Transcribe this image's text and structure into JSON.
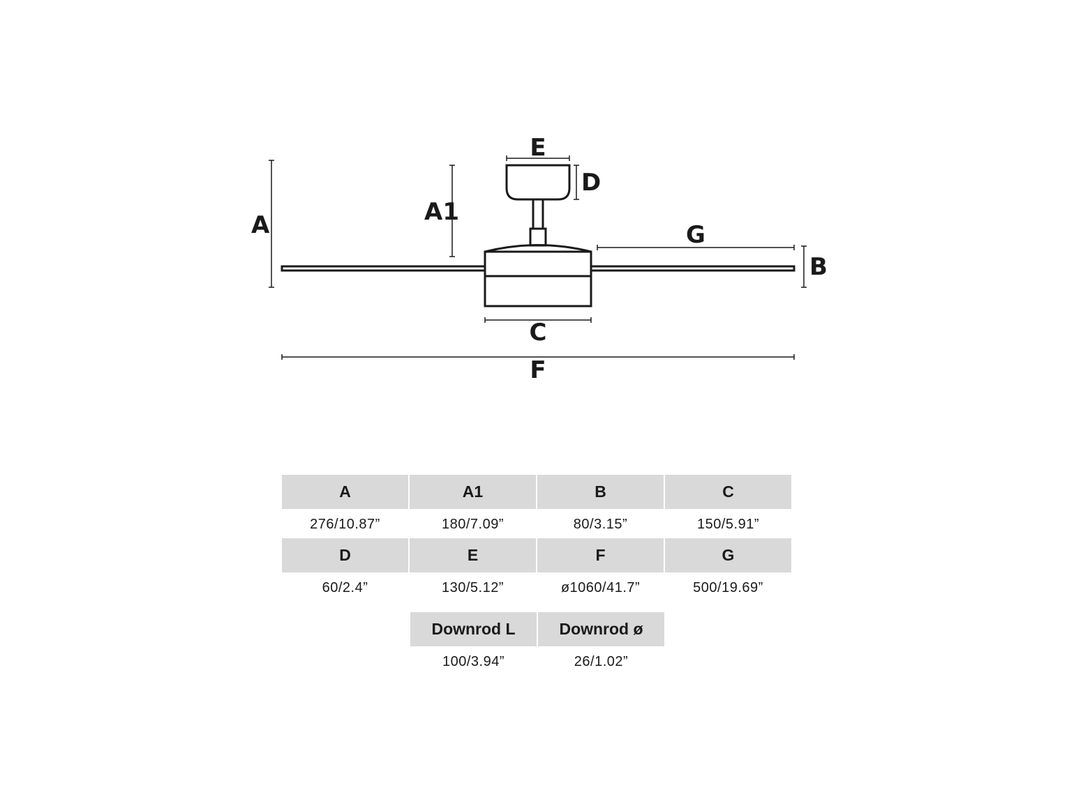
{
  "diagram": {
    "labels": {
      "A": "A",
      "A1": "A1",
      "B": "B",
      "C": "C",
      "D": "D",
      "E": "E",
      "F": "F",
      "G": "G"
    }
  },
  "table": {
    "rows": [
      [
        {
          "header": "A",
          "value": "276/10.87”"
        },
        {
          "header": "A1",
          "value": "180/7.09”"
        },
        {
          "header": "B",
          "value": "80/3.15”"
        },
        {
          "header": "C",
          "value": "150/5.91”"
        }
      ],
      [
        {
          "header": "D",
          "value": "60/2.4”"
        },
        {
          "header": "E",
          "value": "130/5.12”"
        },
        {
          "header": "F",
          "value": "ø1060/41.7”"
        },
        {
          "header": "G",
          "value": "500/19.69”"
        }
      ],
      [
        {
          "header": "Downrod L",
          "value": "100/3.94”"
        },
        {
          "header": "Downrod ø",
          "value": "26/1.02”"
        }
      ]
    ]
  }
}
